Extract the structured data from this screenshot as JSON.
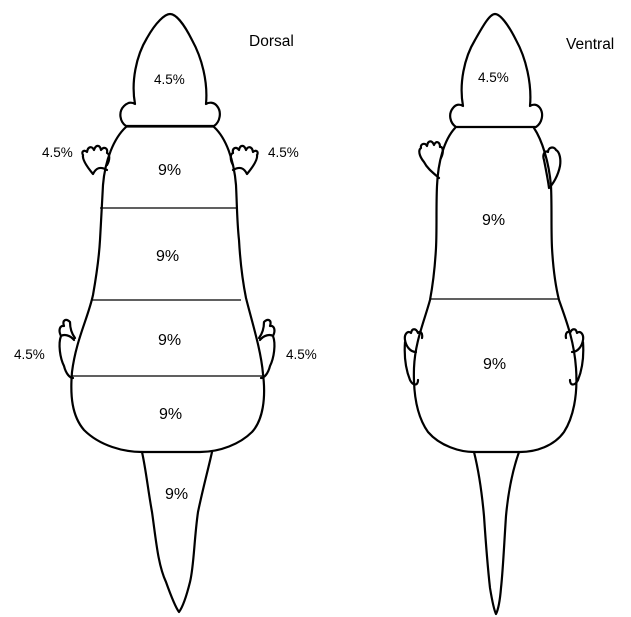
{
  "dorsal": {
    "title": "Dorsal",
    "head": "4.5%",
    "left_forelimb": "4.5%",
    "right_forelimb": "4.5%",
    "upper_back": "9%",
    "mid_back": "9%",
    "lower_back": "9%",
    "rump": "9%",
    "left_hindlimb": "4.5%",
    "right_hindlimb": "4.5%",
    "tail": "9%"
  },
  "ventral": {
    "title": "Ventral",
    "head": "4.5%",
    "chest": "9%",
    "abdomen": "9%"
  }
}
